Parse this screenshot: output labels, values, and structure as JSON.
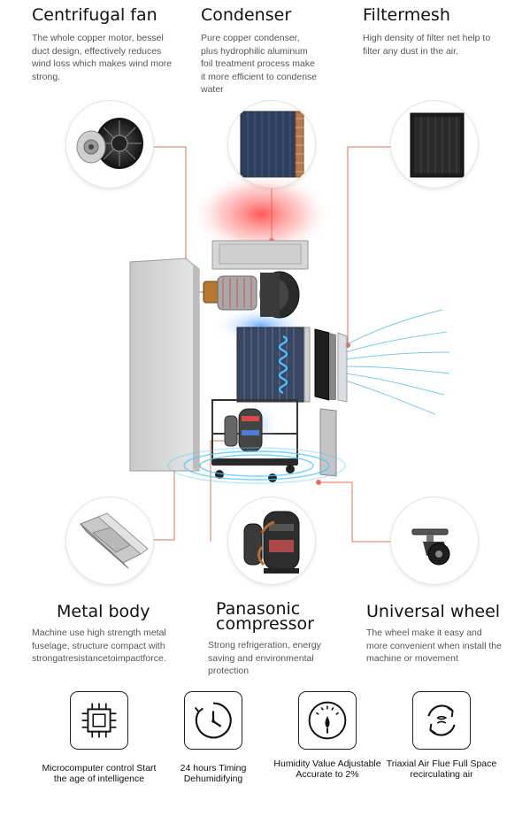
{
  "features": {
    "centrifugal_fan": {
      "title": "Centrifugal fan",
      "description": "The whole copper motor, bessel duct design, effectively reduces wind loss which makes wind more strong."
    },
    "condenser": {
      "title": "Condenser",
      "description": "Pure copper condenser, plus hydrophilic aluminum foil treatment process make it more efficient to condense water"
    },
    "filtermesh": {
      "title": "Filtermesh",
      "description": "High density of filter net help to filter any dust in the air."
    },
    "metal_body": {
      "title": "Metal body",
      "description": "Machine use high strength metal fuselage, structure compact with strongatresistancetoimpactforce."
    },
    "compressor": {
      "title_line1": "Panasonic",
      "title_line2": "compressor",
      "description": "Strong refrigeration, energy saving and environmental protection"
    },
    "universal_wheel": {
      "title": "Universal wheel",
      "description": "The wheel make it easy and more convenient when install the machine or movement"
    }
  },
  "icons": [
    {
      "name": "microchip-icon",
      "label": "Microcomputer control Start the age of intelligence"
    },
    {
      "name": "clock-icon",
      "label": "24 hours Timing Dehumidifying"
    },
    {
      "name": "hygrometer-icon",
      "label": "Humidity Value Adjustable Accurate to 2%"
    },
    {
      "name": "airflow-cycle-icon",
      "label": "Triaxial Air Flue Full Space recirculating air"
    }
  ],
  "colors": {
    "connector": "#e0734f",
    "heat_glow": "#ff3b3b",
    "cool_glow": "#2f8bff",
    "airflow": "#3fb5e8",
    "text_dark": "#111111",
    "text_muted": "#555555"
  }
}
